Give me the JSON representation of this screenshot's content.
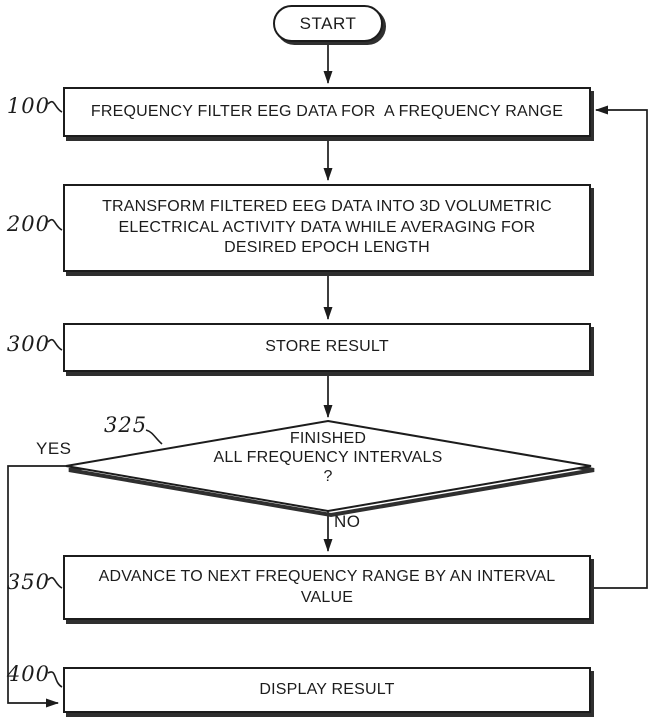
{
  "figure_type": "flowchart",
  "palette": {
    "ink": "#1c1c1c",
    "shadow": "#2f2f2f",
    "background": "#ffffff"
  },
  "nodes": {
    "start": {
      "type": "terminal",
      "label": "START"
    },
    "step100": {
      "ref": "100",
      "lines": [
        "FREQUENCY FILTER EEG DATA FOR  A FREQUENCY RANGE"
      ]
    },
    "step200": {
      "ref": "200",
      "lines": [
        "TRANSFORM FILTERED EEG DATA INTO 3D VOLUMETRIC",
        "ELECTRICAL ACTIVITY DATA WHILE AVERAGING FOR",
        "DESIRED EPOCH LENGTH"
      ]
    },
    "step300": {
      "ref": "300",
      "lines": [
        "STORE RESULT"
      ]
    },
    "decision325": {
      "ref": "325",
      "lines": [
        "FINISHED",
        "ALL FREQUENCY INTERVALS",
        "?"
      ]
    },
    "step350": {
      "ref": "350",
      "lines": [
        "ADVANCE TO NEXT FREQUENCY RANGE BY AN INTERVAL",
        "VALUE"
      ]
    },
    "step400": {
      "ref": "400",
      "lines": [
        "DISPLAY RESULT"
      ]
    }
  },
  "edge_labels": {
    "yes": "YES",
    "no": "NO"
  }
}
